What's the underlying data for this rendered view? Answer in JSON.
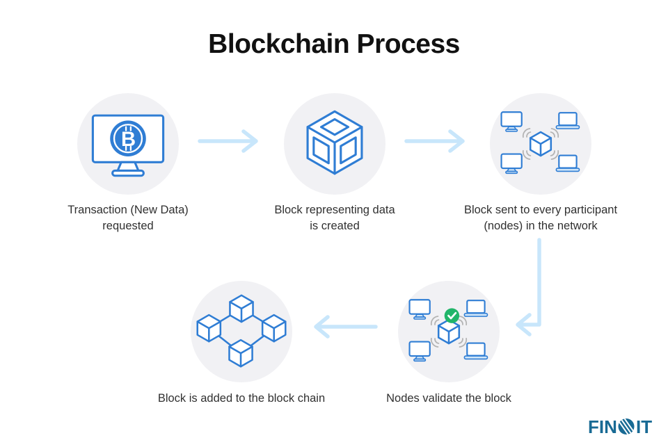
{
  "title": "Blockchain Process",
  "steps": [
    {
      "name": "transaction-requested",
      "icon": "monitor-bitcoin-icon",
      "lines": [
        "Transaction (New Data)",
        "requested"
      ]
    },
    {
      "name": "block-created",
      "icon": "cube-icon",
      "lines": [
        "Block representing data",
        "is created"
      ]
    },
    {
      "name": "block-sent-to-nodes",
      "icon": "network-broadcast-icon",
      "lines": [
        "Block sent to every participant",
        "(nodes) in the network"
      ]
    },
    {
      "name": "nodes-validate",
      "icon": "network-validate-check-icon",
      "lines": [
        "Nodes validate the block"
      ]
    },
    {
      "name": "block-added",
      "icon": "blockchain-cubes-icon",
      "lines": [
        "Block is added to the block chain"
      ]
    }
  ],
  "icons": {
    "bitcoin_symbol": "B"
  },
  "logo": {
    "part1": "FIN",
    "part2": "IT",
    "alt": "FINOIT"
  },
  "colors": {
    "accent": "#2f7dd4",
    "arrow": "#c8e6fb",
    "circle_bg": "#f1f1f4",
    "light_blue": "#cfe5f8",
    "wave": "#b3b3b3",
    "green": "#21b569",
    "logo_teal": "#186a94",
    "title_text": "#111111",
    "label_text": "#303030"
  }
}
